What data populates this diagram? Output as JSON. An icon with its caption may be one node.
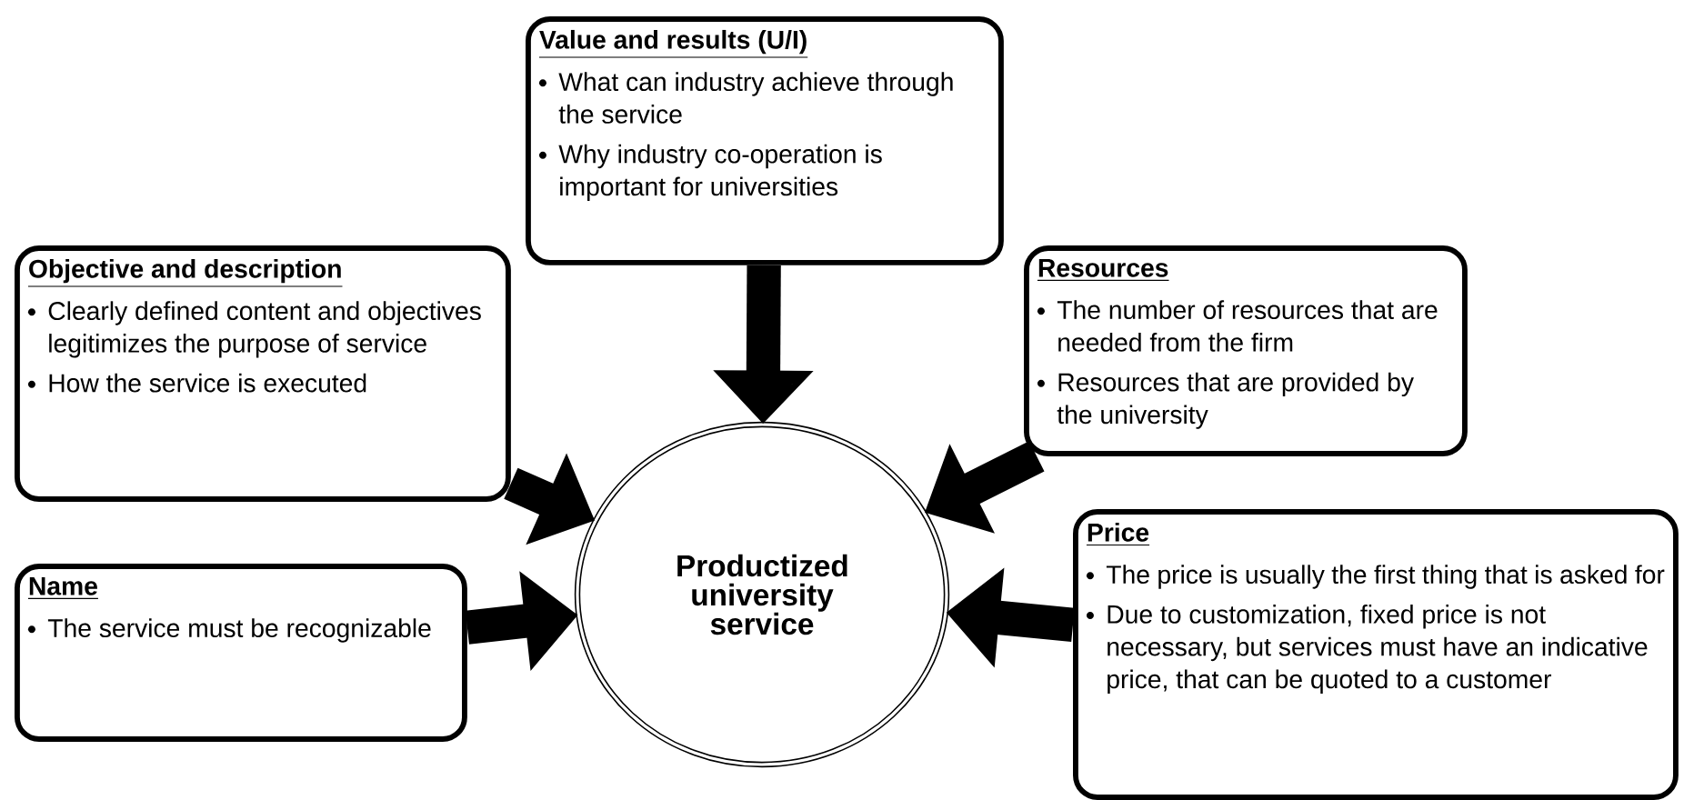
{
  "diagram": {
    "nodes": [
      {
        "text": [
          "Value and results (U/I)",
          "What can industry achieve through the service",
          "Why industry co-operation is important for universities"
        ]
      },
      {
        "text": [
          "Objective and description",
          "Clearly defined content and objectives legitimizes the purpose of service",
          "How the service is executed"
        ]
      },
      {
        "text": [
          "Resources",
          "The number of resources that are needed from the firm",
          "Resources that are provided by the university"
        ]
      },
      {
        "text": [
          "Productized university service"
        ]
      },
      {
        "text": [
          "Price",
          "The price is usually the first thing that is asked for",
          "Due to customization, fixed price is not necessary, but services must have an indicative price,  that can be quoted to a customer"
        ]
      },
      {
        "text": [
          "Name",
          "The service must be recognizable"
        ]
      }
    ],
    "edges": [
      {
        "from": 0,
        "to": 3,
        "arrow": "to"
      },
      {
        "from": 1,
        "to": 3,
        "arrow": "to"
      },
      {
        "from": 2,
        "to": 3,
        "arrow": "to"
      },
      {
        "from": 4,
        "to": 3,
        "arrow": "to"
      },
      {
        "from": 5,
        "to": 3,
        "arrow": "to"
      }
    ]
  }
}
